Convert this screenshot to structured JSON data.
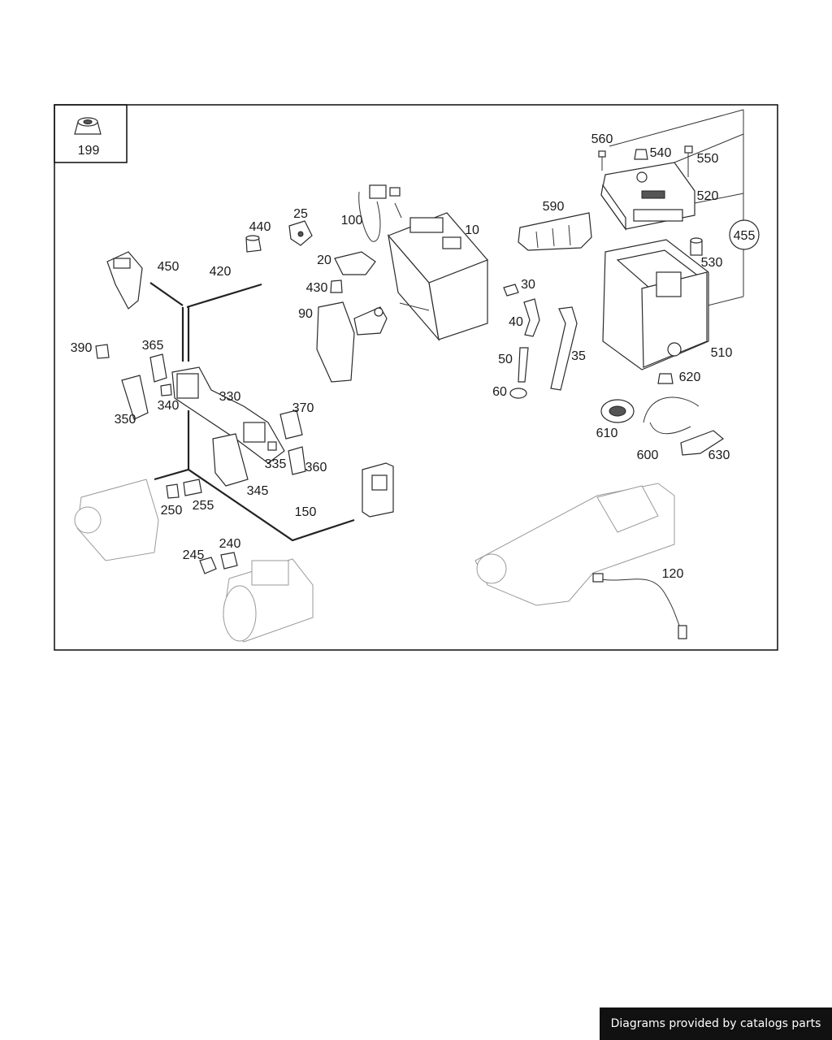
{
  "credit_text": "Diagrams provided by catalogs parts",
  "callouts": [
    "199",
    "560",
    "540",
    "550",
    "520",
    "455",
    "10",
    "100",
    "25",
    "440",
    "450",
    "420",
    "20",
    "430",
    "90",
    "30",
    "40",
    "35",
    "50",
    "60",
    "590",
    "530",
    "510",
    "620",
    "610",
    "600",
    "630",
    "390",
    "365",
    "340",
    "350",
    "330",
    "370",
    "335",
    "360",
    "345",
    "250",
    "255",
    "150",
    "240",
    "245",
    "120"
  ]
}
